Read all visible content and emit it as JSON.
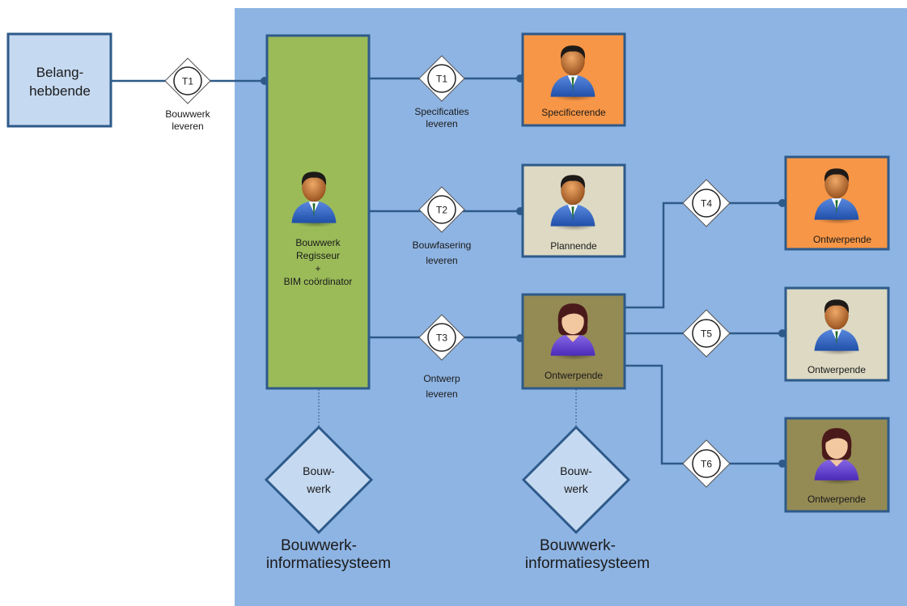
{
  "colors": {
    "background": "#ffffff",
    "system_area": "#8eb4e3",
    "line": "#2e5a8a",
    "external_actor_fill": "#c5d9f1",
    "regisseur_fill": "#9bbb59",
    "orange_actor_fill": "#f79646",
    "beige_actor_fill": "#ddd9c3",
    "olive_actor_fill": "#948a54",
    "info_diamond_fill": "#c5d9f1"
  },
  "external_actor": {
    "line1": "Belang-",
    "line2": "hebbende"
  },
  "regisseur": {
    "line1": "Bouwwerk",
    "line2": "Regisseur",
    "line3": "+",
    "line4": "BIM coördinator",
    "icon": "male-person-icon"
  },
  "transactions": [
    {
      "code": "T1",
      "label_line1": "Bouwwerk",
      "label_line2": "leveren"
    },
    {
      "code": "T1",
      "label_line1": "Specificaties",
      "label_line2": "leveren"
    },
    {
      "code": "T2",
      "label_line1": "Bouwfasering",
      "label_line2": "leveren"
    },
    {
      "code": "T3",
      "label_line1": "Ontwerp",
      "label_line2": "leveren"
    },
    {
      "code": "T4"
    },
    {
      "code": "T5"
    },
    {
      "code": "T6"
    }
  ],
  "actors": [
    {
      "label": "Specificerende",
      "icon": "male-person-icon"
    },
    {
      "label": "Plannende",
      "icon": "male-person-icon"
    },
    {
      "label": "Ontwerpende",
      "icon": "female-person-icon"
    },
    {
      "label": "Ontwerpende",
      "icon": "male-person-icon"
    },
    {
      "label": "Ontwerpende",
      "icon": "male-person-icon"
    },
    {
      "label": "Ontwerpende",
      "icon": "female-person-icon"
    }
  ],
  "info_banks": [
    {
      "line1": "Bouw-",
      "line2": "werk"
    },
    {
      "line1": "Bouw-",
      "line2": "werk"
    }
  ],
  "system_labels": [
    {
      "line1": "Bouwwerk-",
      "line2": "informatiesysteem"
    },
    {
      "line1": "Bouwwerk-",
      "line2": "informatiesysteem"
    }
  ]
}
